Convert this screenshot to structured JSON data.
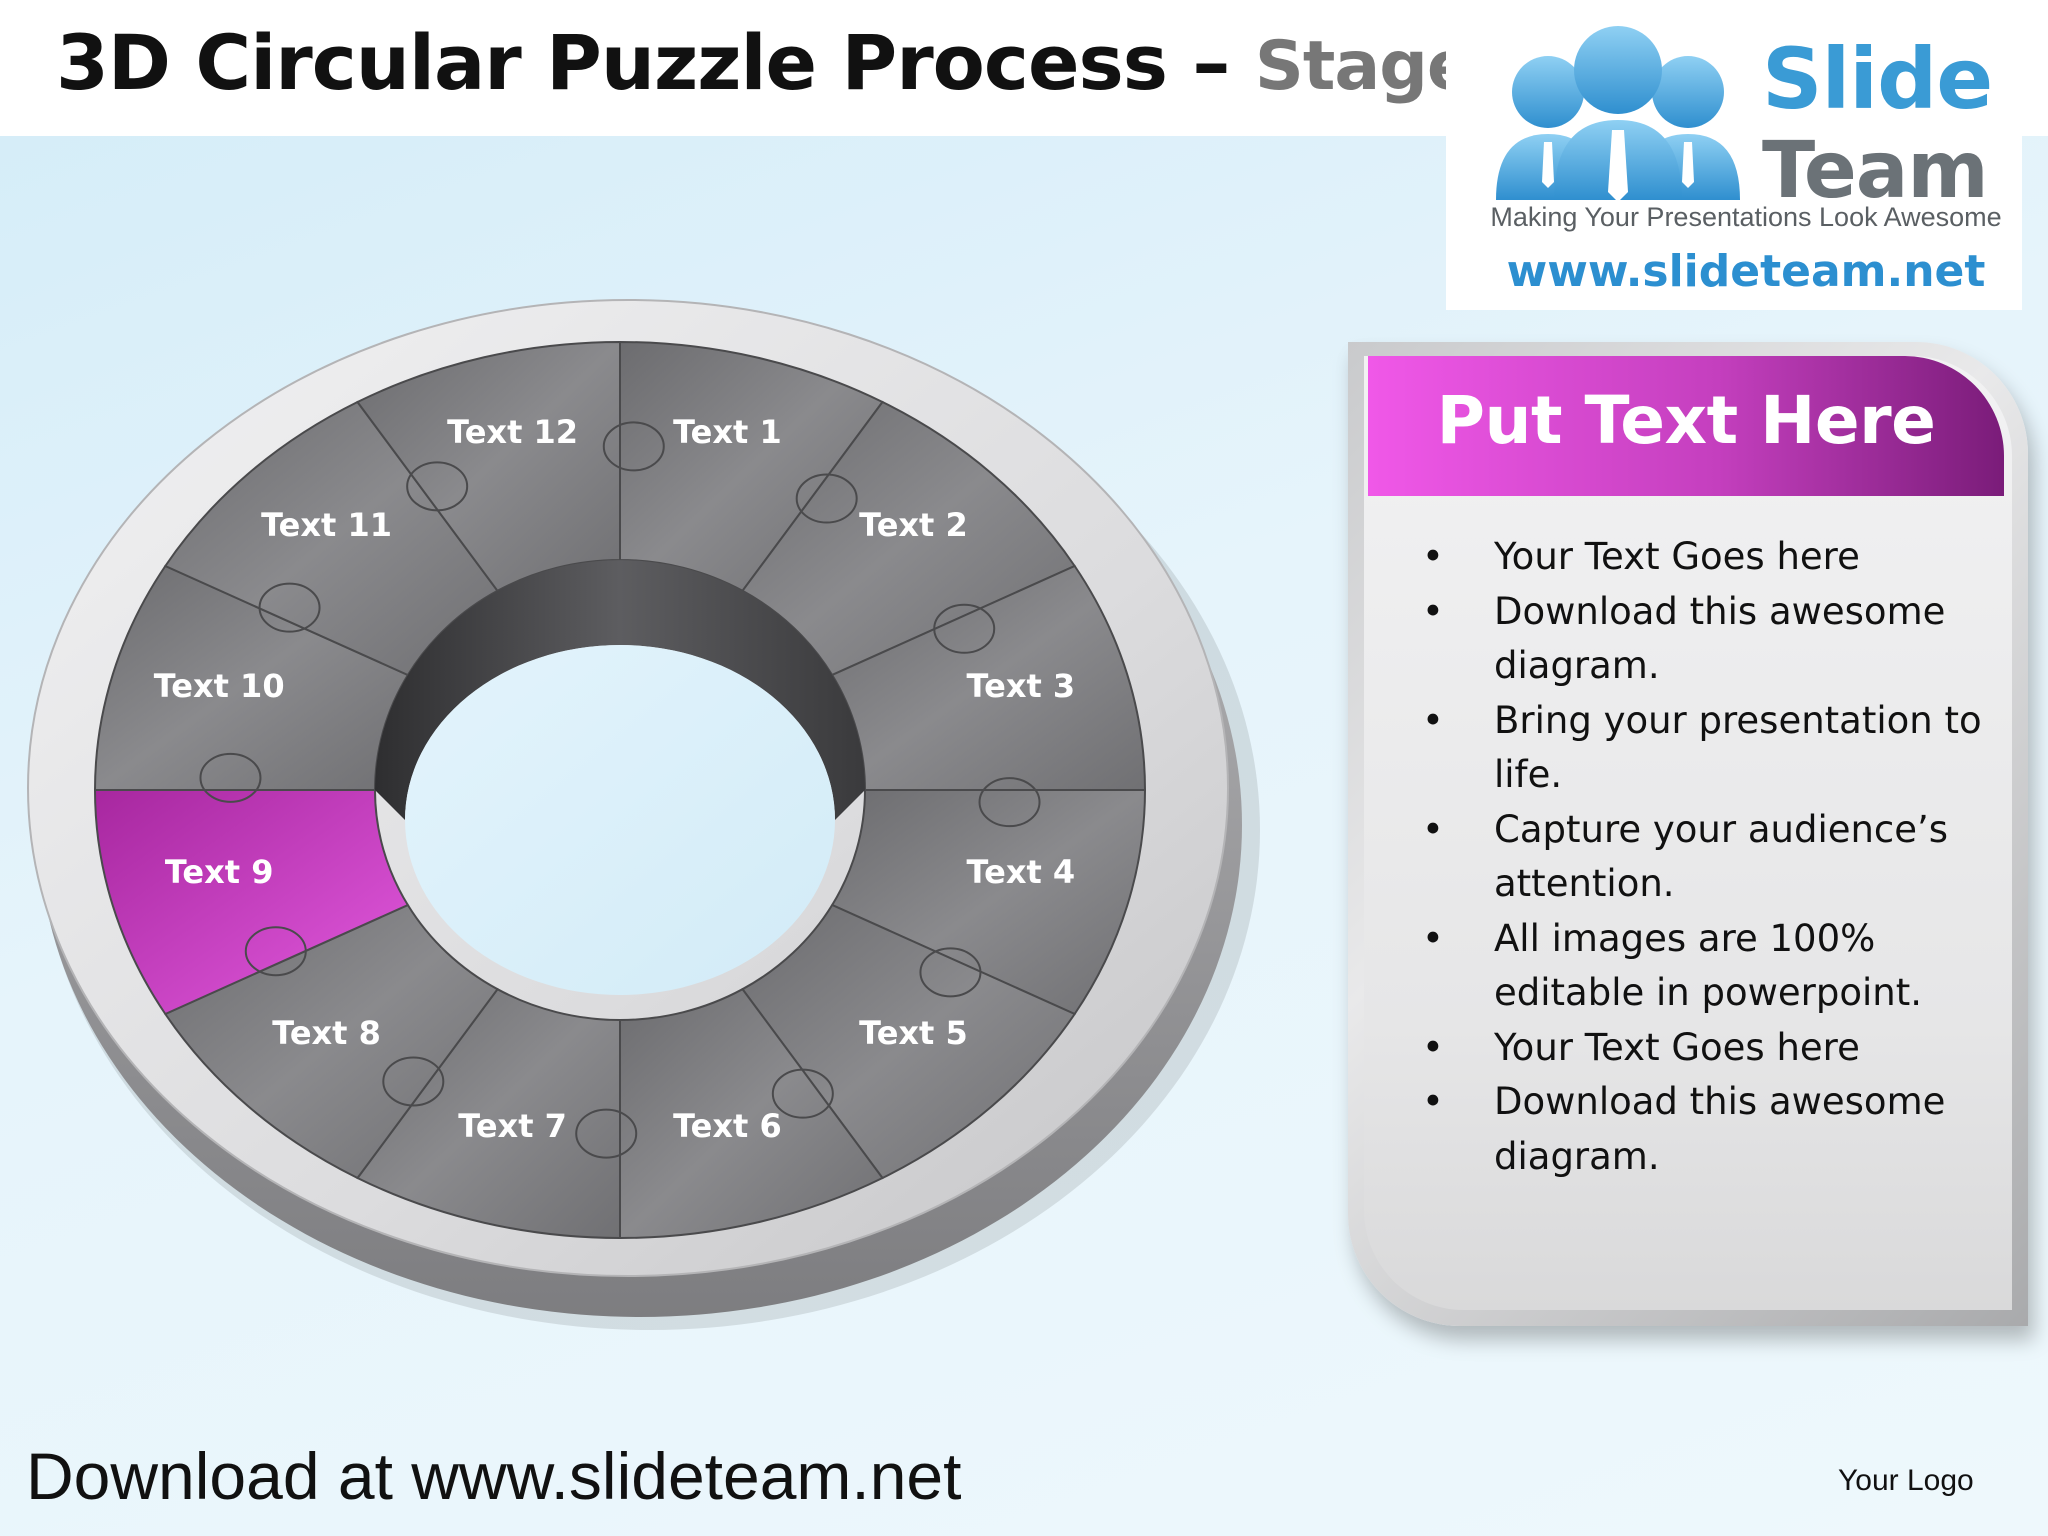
{
  "header": {
    "title": "3D Circular Puzzle Process –",
    "subtitle": "Stages 12"
  },
  "logo": {
    "brand_top": "Slide",
    "brand_bottom": "Team",
    "tagline": "Making Your Presentations Look Awesome",
    "url": "www.slideteam.net"
  },
  "puzzle": {
    "highlight_color": "#c740c4",
    "piece_color": "#8f8f92",
    "rim_color": "#e2e2e4",
    "pieces": [
      {
        "label": "Text 1",
        "highlighted": false
      },
      {
        "label": "Text 2",
        "highlighted": false
      },
      {
        "label": "Text 3",
        "highlighted": false
      },
      {
        "label": "Text 4",
        "highlighted": false
      },
      {
        "label": "Text 5",
        "highlighted": false
      },
      {
        "label": "Text 6",
        "highlighted": false
      },
      {
        "label": "Text 7",
        "highlighted": false
      },
      {
        "label": "Text 8",
        "highlighted": false
      },
      {
        "label": "Text 9",
        "highlighted": true
      },
      {
        "label": "Text 10",
        "highlighted": false
      },
      {
        "label": "Text 11",
        "highlighted": false
      },
      {
        "label": "Text 12",
        "highlighted": false
      }
    ]
  },
  "panel": {
    "title": "Put Text Here",
    "bullet_symbol": "•",
    "items": [
      "Your Text Goes here",
      "Download this awesome diagram.",
      "Bring your presentation to life.",
      "Capture your audience’s attention.",
      "All images are 100% editable in powerpoint.",
      "Your Text Goes here",
      "Download this awesome diagram."
    ]
  },
  "footer": {
    "download_text": "Download at www.slideteam.net",
    "logo_text": "Your Logo"
  }
}
